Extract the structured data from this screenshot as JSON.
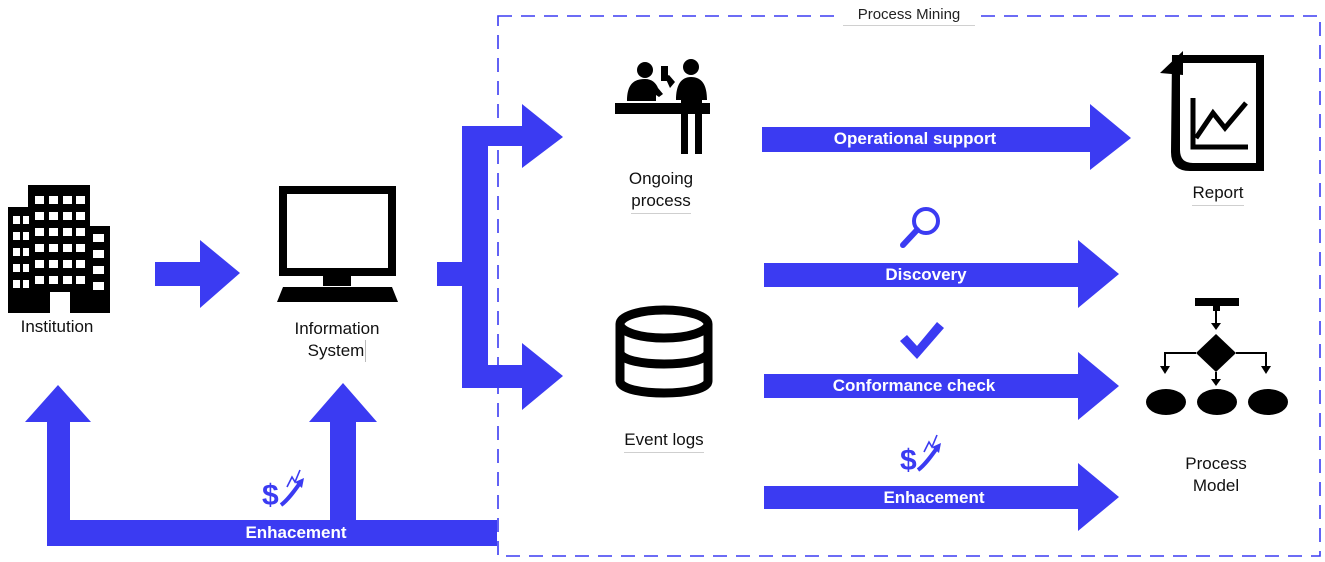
{
  "colors": {
    "arrow": "#3b3bf2",
    "icon": "#000000",
    "frame": "#3b3bf2",
    "arrow_text": "#ffffff"
  },
  "frame": {
    "title": "Process Mining"
  },
  "nodes": {
    "institution": {
      "label": "Institution",
      "icon": "office-building-icon"
    },
    "information_system": {
      "line1": "Information",
      "line2": "System",
      "icon": "computer-monitor-icon"
    },
    "ongoing_process": {
      "line1": "Ongoing",
      "line2": "process",
      "icon": "service-desk-people-icon"
    },
    "event_logs": {
      "label": "Event logs",
      "icon": "database-icon"
    },
    "report": {
      "label": "Report",
      "icon": "report-chart-icon"
    },
    "process_model": {
      "line1": "Process",
      "line2": "Model",
      "icon": "flowchart-icon"
    }
  },
  "arrows": {
    "operational_support": "Operational support",
    "discovery": "Discovery",
    "conformance_check": "Conformance check",
    "enhancement": "Enhacement",
    "enhancement_feedback": "Enhacement"
  },
  "small_icons": {
    "discovery": "magnifier-icon",
    "conformance": "checkmark-icon",
    "enhancement": "dollar-growth-icon"
  }
}
